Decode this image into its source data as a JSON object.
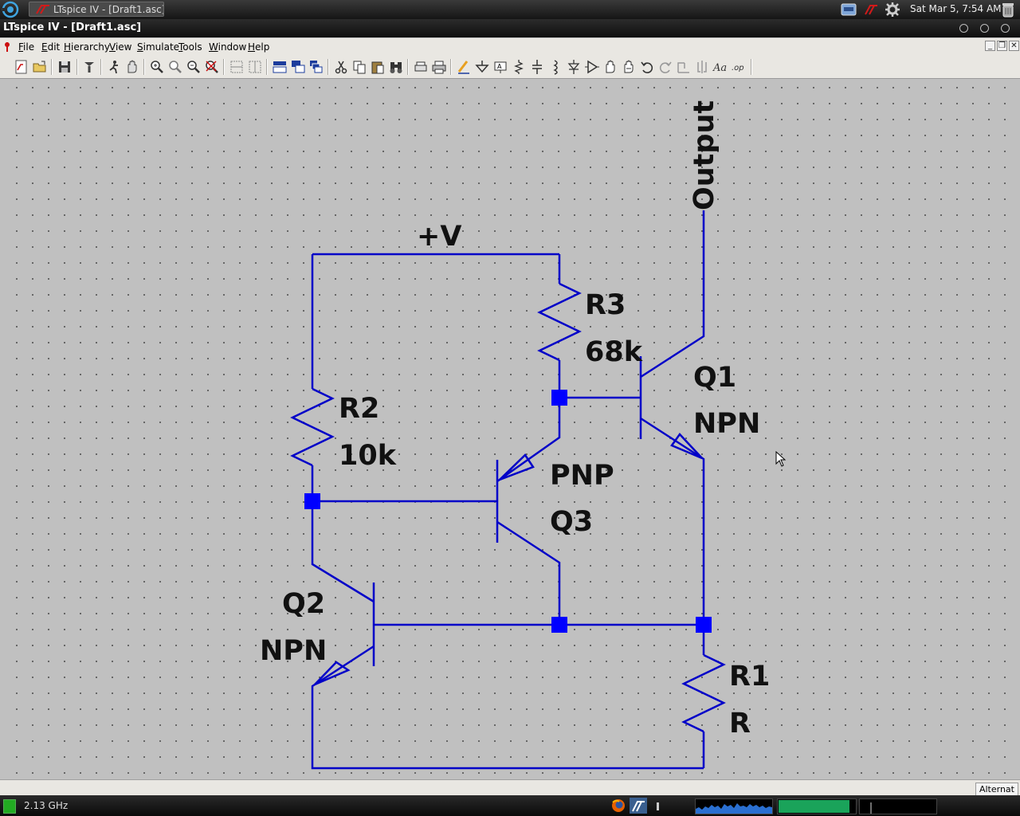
{
  "system_panel": {
    "task_title": "LTspice IV - [Draft1.asc]",
    "clock": "Sat Mar  5,  7:54 AM",
    "tray_icons": [
      "display-icon",
      "ltspice-icon",
      "network-icon",
      "trash-icon"
    ]
  },
  "window": {
    "title": "LTspice IV - [Draft1.asc]"
  },
  "menubar": {
    "items": [
      {
        "u": "F",
        "rest": "ile"
      },
      {
        "u": "E",
        "rest": "dit"
      },
      {
        "u": "H",
        "rest": "ierarchy"
      },
      {
        "u": "V",
        "rest": "iew"
      },
      {
        "u": "S",
        "rest": "imulate"
      },
      {
        "u": "T",
        "rest": "ools"
      },
      {
        "u": "W",
        "rest": "indow"
      },
      {
        "u": "H",
        "rest": "elp"
      }
    ]
  },
  "toolbar": {
    "buttons": [
      "new-schematic-icon",
      "open-icon",
      "save-icon",
      "control-panel-icon",
      "run-icon",
      "halt-icon",
      "zoom-in-icon",
      "zoom-area-icon",
      "zoom-out-icon",
      "zoom-fit-icon",
      "tile-horizontal-icon",
      "tile-vertical-icon",
      "cascade-icon",
      "arrange-icon",
      "cut-icon",
      "copy-icon",
      "paste-icon",
      "find-icon",
      "print-preview-icon",
      "print-icon",
      "draw-wire-icon",
      "ground-icon",
      "label-net-icon",
      "resistor-icon",
      "capacitor-icon",
      "inductor-icon",
      "diode-icon",
      "component-icon",
      "move-icon",
      "drag-icon",
      "undo-icon",
      "redo-icon",
      "rotate-icon",
      "mirror-icon",
      "text-icon",
      "spice-directive-icon"
    ]
  },
  "schematic": {
    "wire_color": "#0000c8",
    "labels": {
      "vplus": "+V",
      "output": "Output",
      "r1_name": "R1",
      "r1_value": "R",
      "r2_name": "R2",
      "r2_value": "10k",
      "r3_name": "R3",
      "r3_value": "68k",
      "q1_name": "Q1",
      "q1_type": "NPN",
      "q2_name": "Q2",
      "q2_type": "NPN",
      "q3_name": "Q3",
      "q3_type": "PNP"
    }
  },
  "statusbar": {
    "right_text": "Alternat"
  },
  "bottom_panel": {
    "cpu_frequency": "2.13 GHz",
    "memory_fill": 0.93
  }
}
